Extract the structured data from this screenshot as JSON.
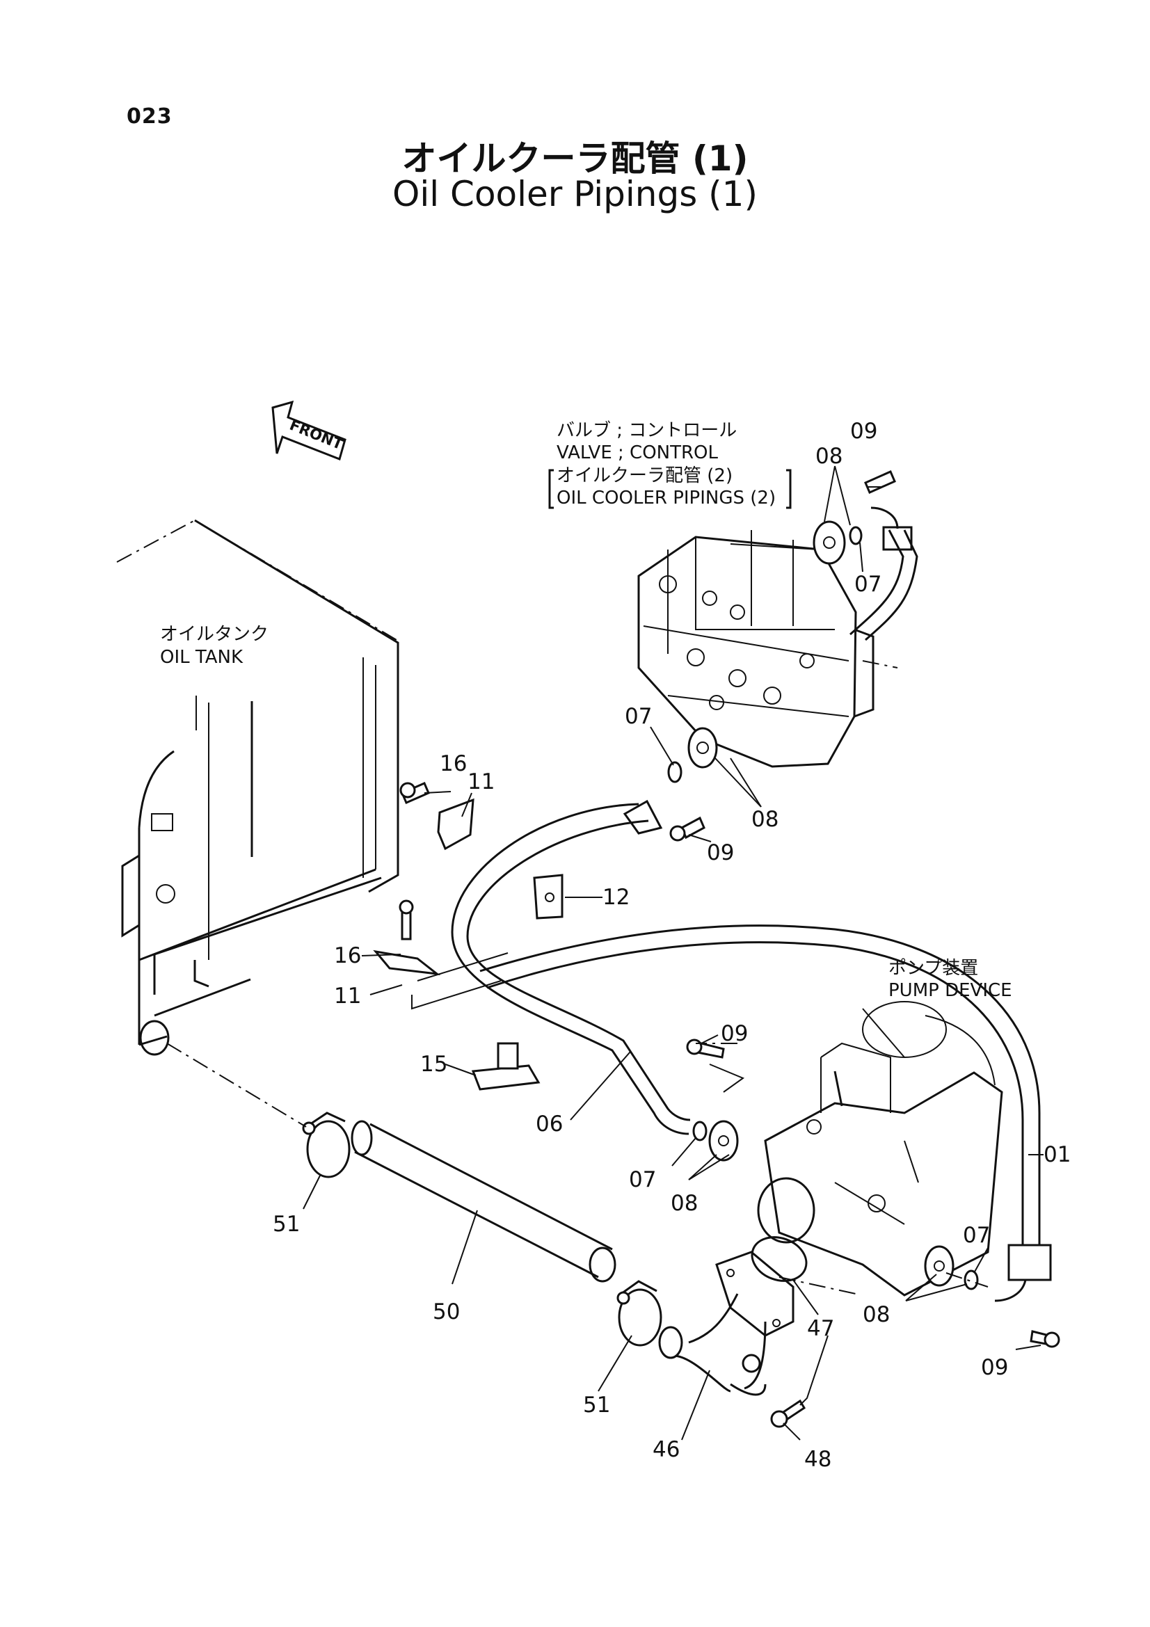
{
  "page_number": "023",
  "title": {
    "japanese": "オイルクーラ配管 (1)",
    "english": "Oil Cooler Pipings (1)"
  },
  "orientation_label": "FRONT",
  "component_labels": {
    "valve_ja": "バルブ ; コントロール",
    "valve_en": "VALVE ; CONTROL",
    "ref_ja": "オイルクーラ配管 (2)",
    "ref_en": "OIL COOLER PIPINGS (2)",
    "tank_ja": "オイルタンク",
    "tank_en": "OIL TANK",
    "pump_ja": "ポンプ装置",
    "pump_en": "PUMP DEVICE"
  },
  "callouts": {
    "c09a": "09",
    "c08a": "08",
    "c07a": "07",
    "c07b": "07",
    "c08b": "08",
    "c09b": "09",
    "c16a": "16",
    "c11a": "11",
    "c12": "12",
    "c16b": "16",
    "c11b": "11",
    "c15": "15",
    "c09c": "09",
    "c06": "06",
    "c07c": "07",
    "c08c": "08",
    "c01": "01",
    "c07d": "07",
    "c08d": "08",
    "c09d": "09",
    "c47": "47",
    "c51a": "51",
    "c50": "50",
    "c51b": "51",
    "c46": "46",
    "c48": "48"
  }
}
